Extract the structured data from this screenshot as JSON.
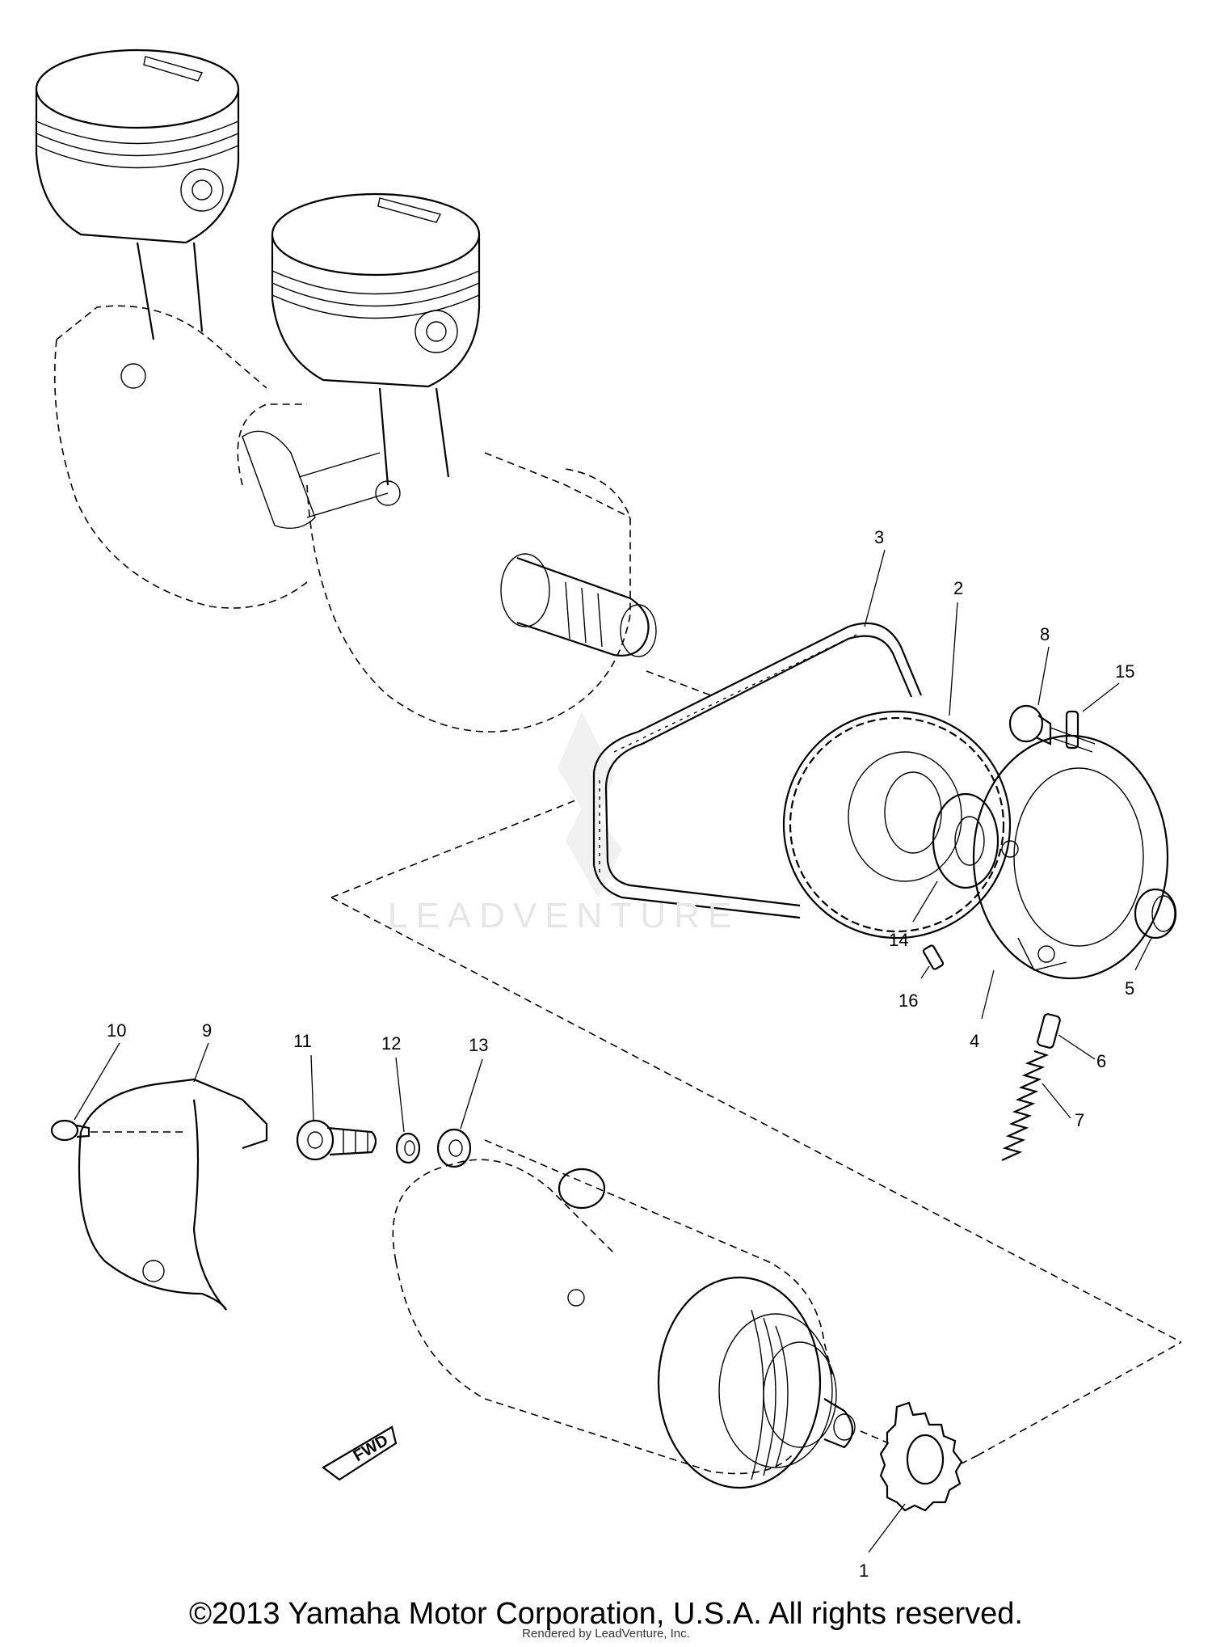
{
  "watermark": "LEADVENTURE",
  "fwd_label": "FWD",
  "callouts": [
    "1",
    "2",
    "3",
    "4",
    "5",
    "6",
    "7",
    "8",
    "9",
    "10",
    "11",
    "12",
    "13",
    "14",
    "15",
    "16"
  ],
  "footer": {
    "copyright": "©2013 Yamaha Motor Corporation, U.S.A. All rights reserved.",
    "rendered_by": "Rendered by LeadVenture, Inc."
  }
}
